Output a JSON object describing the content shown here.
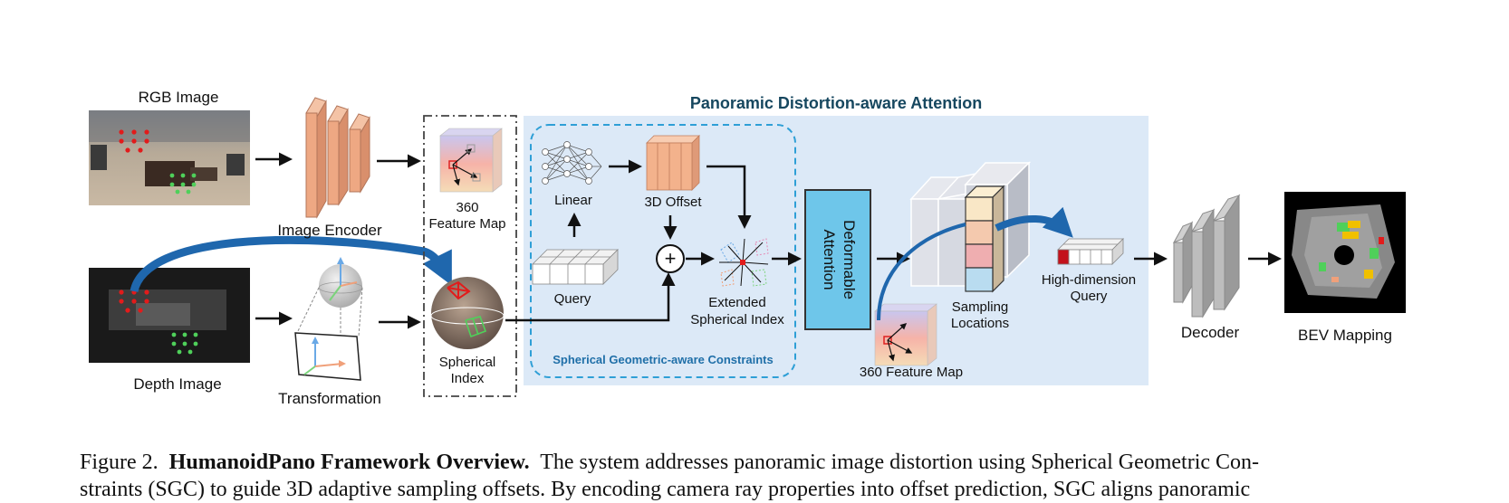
{
  "labels": {
    "rgb_image": "RGB Image",
    "depth_image": "Depth Image",
    "image_encoder": "Image Encoder",
    "transformation": "Transformation",
    "feature_map_360_line1": "360",
    "feature_map_360_line2": "Feature Map",
    "spherical_index_line1": "Spherical",
    "spherical_index_line2": "Index",
    "pda_title": "Panoramic Distortion-aware Attention",
    "linear": "Linear",
    "offset_3d": "3D Offset",
    "query": "Query",
    "extended_line1": "Extended",
    "extended_line2": "Spherical Index",
    "sgc_title": "Spherical Geometric-aware Constraints",
    "deformable_line1": "Deformable",
    "deformable_line2": "Attention",
    "feature_map_360_b": "360 Feature Map",
    "sampling_line1": "Sampling",
    "sampling_line2": "Locations",
    "hdq_line1": "High-dimension",
    "hdq_line2": "Query",
    "decoder": "Decoder",
    "bev_mapping": "BEV Mapping",
    "plus_symbol": "+"
  },
  "caption": {
    "prefix": "Figure 2.",
    "bold": "HumanoidPano Framework Overview.",
    "rest": "The system addresses panoramic image distortion using Spherical Geometric Con-",
    "line2": "straints (SGC) to guide 3D adaptive sampling offsets. By encoding camera ray properties into offset prediction, SGC aligns panoramic"
  },
  "colors": {
    "pda_bg": "#dce9f7",
    "pda_title": "#16475f",
    "sgc_border": "#2e9fd6",
    "deformable_fill": "#6ec6ea",
    "encoder_fill": "#eea883",
    "offset_fill": "#f3b28c",
    "curve_arrow": "#1f67ad",
    "red_dots": "#e21b1b",
    "green_dots": "#4fd05a"
  }
}
